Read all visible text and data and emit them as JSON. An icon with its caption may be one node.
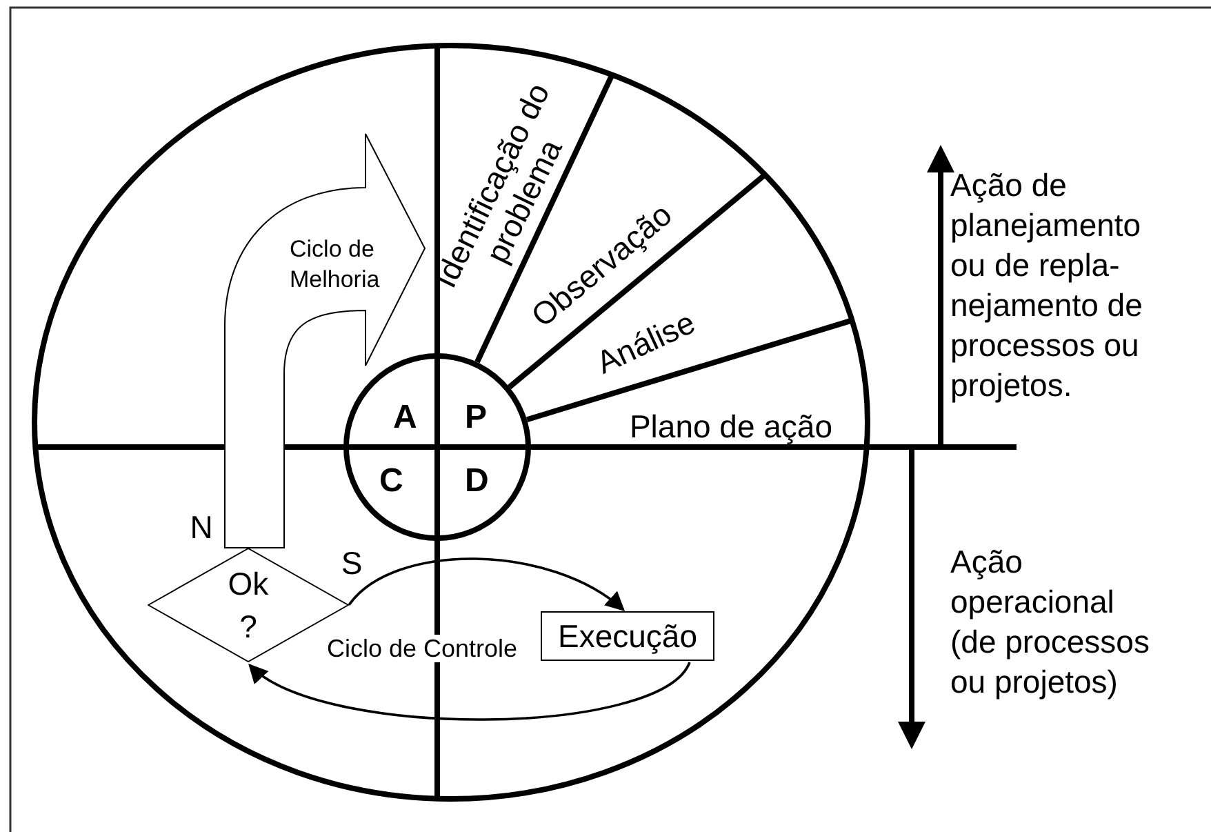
{
  "diagram": {
    "nodes": [
      {
        "text": [
          "Ciclo de Melhoria"
        ]
      },
      {
        "text": [
          "A",
          "P",
          "C",
          "D"
        ]
      },
      {
        "text": [
          "Ok ?"
        ]
      },
      {
        "text": [
          "Execução"
        ]
      }
    ],
    "edges": [
      {
        "from": 2,
        "to": 3,
        "arrow": "to"
      },
      {
        "from": 3,
        "to": 2,
        "arrow": "to"
      }
    ],
    "labels": [
      "Identificação do problema",
      "Observação",
      "Análise",
      "Plano de ação",
      "Ação de planejamento ou de repla- nejamento de processos ou projetos.",
      "N",
      "S",
      "Ciclo de Controle",
      "Ação operacional (de processos ou projetos)"
    ]
  }
}
